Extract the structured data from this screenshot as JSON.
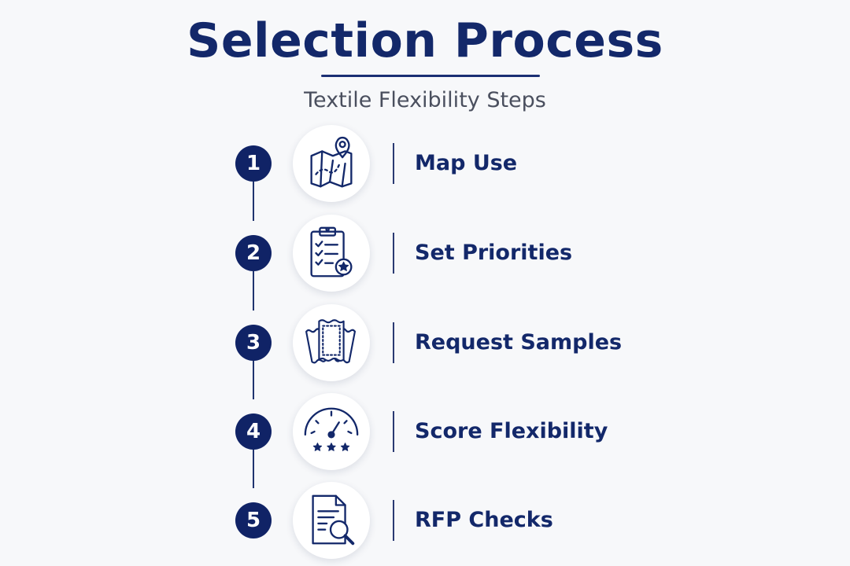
{
  "title": "Selection Process",
  "subtitle": "Textile Flexibility Steps",
  "colors": {
    "primary": "#13286a",
    "badge": "#102366",
    "background": "#f7f8fa",
    "subtitle": "#4a4f5e"
  },
  "steps": [
    {
      "number": "1",
      "label": "Map Use",
      "icon": "map-pin-icon"
    },
    {
      "number": "2",
      "label": "Set Priorities",
      "icon": "clipboard-star-icon"
    },
    {
      "number": "3",
      "label": "Request Samples",
      "icon": "fabric-swatches-icon"
    },
    {
      "number": "4",
      "label": "Score Flexibility",
      "icon": "gauge-stars-icon"
    },
    {
      "number": "5",
      "label": "RFP Checks",
      "icon": "document-search-icon"
    }
  ]
}
